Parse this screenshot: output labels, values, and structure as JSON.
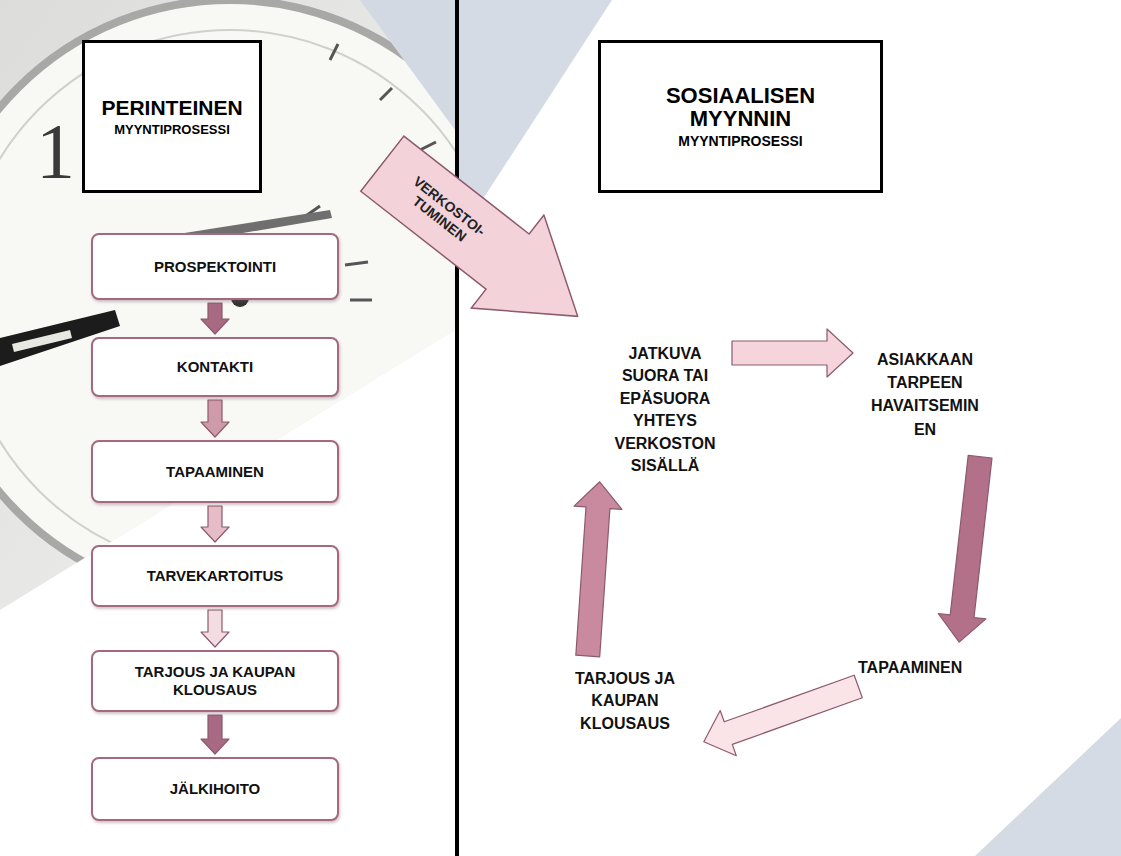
{
  "diagram": {
    "nodes": [
      {
        "text": [
          "PERINTEINEN",
          "MYYNTIPROSESSI"
        ]
      },
      {
        "text": [
          "PROSPEKTOINTI"
        ]
      },
      {
        "text": [
          "KONTAKTI"
        ]
      },
      {
        "text": [
          "TAPAAMINEN"
        ]
      },
      {
        "text": [
          "TARVEKARTOITUS"
        ]
      },
      {
        "text": [
          "TARJOUS JA KAUPAN KLOUSAUS"
        ]
      },
      {
        "text": [
          "JÄLKIHOITO"
        ]
      },
      {
        "text": [
          "SOSIAALISEN MYYNNIN",
          "MYYNTIPROSESSI"
        ]
      },
      {
        "text": [
          "VERKOSTOI- TUMINEN"
        ]
      },
      {
        "text": [
          "JATKUVA SUORA TAI EPÄSUORA YHTEYS VERKOSTON SISÄLLÄ"
        ]
      },
      {
        "text": [
          "ASIAKKAAN TARPEEN HAVAITSEMIN EN"
        ]
      },
      {
        "text": [
          "TAPAAMINEN"
        ]
      },
      {
        "text": [
          "TARJOUS JA KAUPAN KLOUSAUS"
        ]
      }
    ],
    "edges": [
      {
        "from": 1,
        "to": 2,
        "arrow": "to"
      },
      {
        "from": 2,
        "to": 3,
        "arrow": "to"
      },
      {
        "from": 3,
        "to": 4,
        "arrow": "to"
      },
      {
        "from": 4,
        "to": 5,
        "arrow": "to"
      },
      {
        "from": 5,
        "to": 6,
        "arrow": "to"
      },
      {
        "from": 9,
        "to": 10,
        "arrow": "to"
      },
      {
        "from": 10,
        "to": 11,
        "arrow": "to"
      },
      {
        "from": 11,
        "to": 12,
        "arrow": "to"
      },
      {
        "from": 12,
        "to": 9,
        "arrow": "to"
      }
    ],
    "labels": [
      "1"
    ]
  }
}
